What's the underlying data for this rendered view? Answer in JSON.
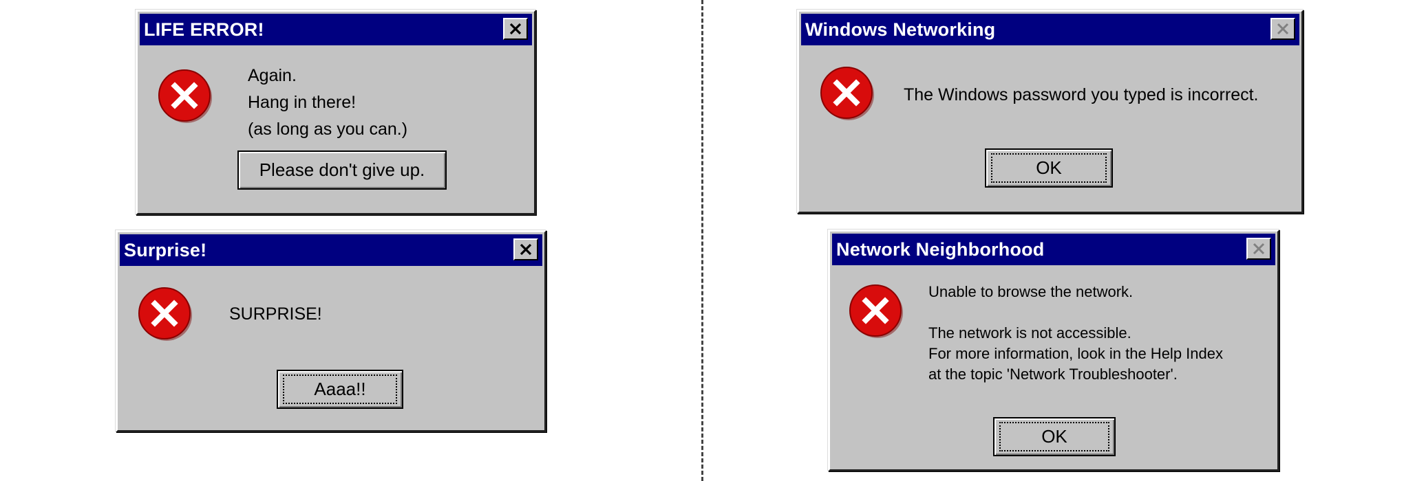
{
  "dialogs": {
    "life_error": {
      "title": "LIFE ERROR!",
      "lines": [
        "Again.",
        "Hang in there!",
        "(as long as you can.)"
      ],
      "button_label": "Please don't give up."
    },
    "surprise": {
      "title": "Surprise!",
      "message": "SURPRISE!",
      "button_label": "Aaaa!!"
    },
    "windows_networking": {
      "title": "Windows Networking",
      "message": "The Windows password you typed is incorrect.",
      "button_label": "OK"
    },
    "network_neighborhood": {
      "title": "Network Neighborhood",
      "lines": [
        "Unable to browse the network.",
        "",
        "The network is not accessible.",
        "For more information, look in the Help Index",
        "at the topic 'Network Troubleshooter'."
      ],
      "button_label": "OK"
    }
  },
  "icons": {
    "error": "error-icon",
    "close": "close-icon"
  },
  "colors": {
    "title_bar": "#000080",
    "dialog_face": "#c3c3c3",
    "error_red": "#e01010"
  }
}
